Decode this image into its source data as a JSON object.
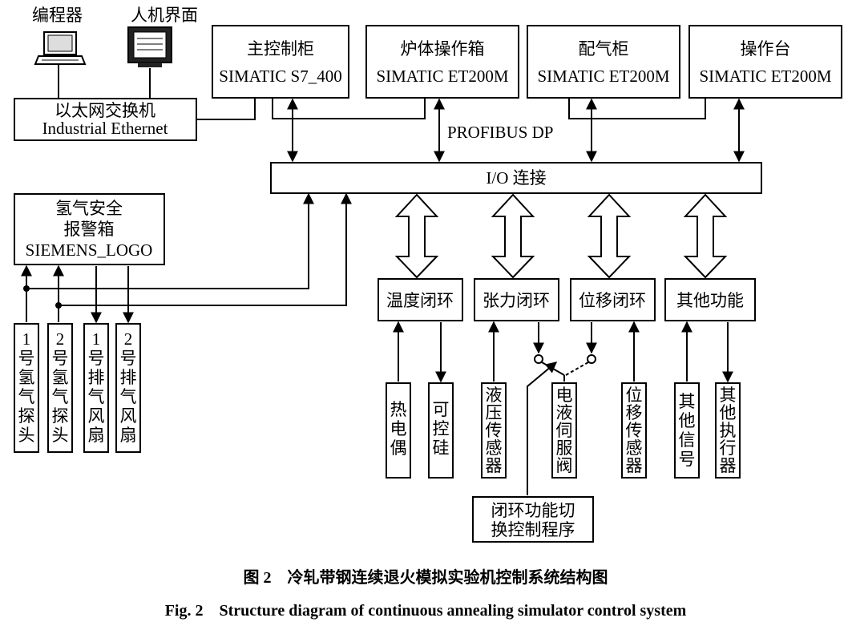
{
  "nodes": {
    "programmer": "编程器",
    "hmi": "人机界面",
    "ethernet_cn": "以太网交换机",
    "ethernet_en": "Industrial Ethernet",
    "main_cn": "主控制柜",
    "main_en": "SIMATIC S7_400",
    "furnace_cn": "炉体操作箱",
    "furnace_en": "SIMATIC ET200M",
    "gas_cn": "配气柜",
    "gas_en": "SIMATIC ET200M",
    "console_cn": "操作台",
    "console_en": "SIMATIC ET200M",
    "profibus": "PROFIBUS DP",
    "io": "I/O 连接",
    "alarm_l1": "氢气安全",
    "alarm_l2": "报警箱",
    "alarm_l3": "SIEMENS_LOGO",
    "temp_loop": "温度闭环",
    "tension_loop": "张力闭环",
    "disp_loop": "位移闭环",
    "other_func": "其他功能",
    "probe1": [
      "1",
      "号",
      "氢",
      "气",
      "探",
      "头"
    ],
    "probe2": [
      "2",
      "号",
      "氢",
      "气",
      "探",
      "头"
    ],
    "fan1": [
      "1",
      "号",
      "排",
      "气",
      "风",
      "扇"
    ],
    "fan2": [
      "2",
      "号",
      "排",
      "气",
      "风",
      "扇"
    ],
    "thermocouple": [
      "热",
      "电",
      "偶"
    ],
    "scr": [
      "可",
      "控",
      "硅"
    ],
    "hydraulic_sensor": [
      "液",
      "压",
      "传",
      "感",
      "器"
    ],
    "servo_valve": [
      "电",
      "液",
      "伺",
      "服",
      "阀"
    ],
    "disp_sensor": [
      "位",
      "移",
      "传",
      "感",
      "器"
    ],
    "other_signal": [
      "其",
      "他",
      "信",
      "号"
    ],
    "other_actuator": [
      "其",
      "他",
      "执",
      "行",
      "器"
    ],
    "switch_l1": "闭环功能切",
    "switch_l2": "换控制程序"
  },
  "caption": {
    "cn": "图 2　冷轧带钢连续退火模拟实验机控制系统结构图",
    "en": "Fig. 2　Structure diagram of continuous annealing simulator control system"
  }
}
